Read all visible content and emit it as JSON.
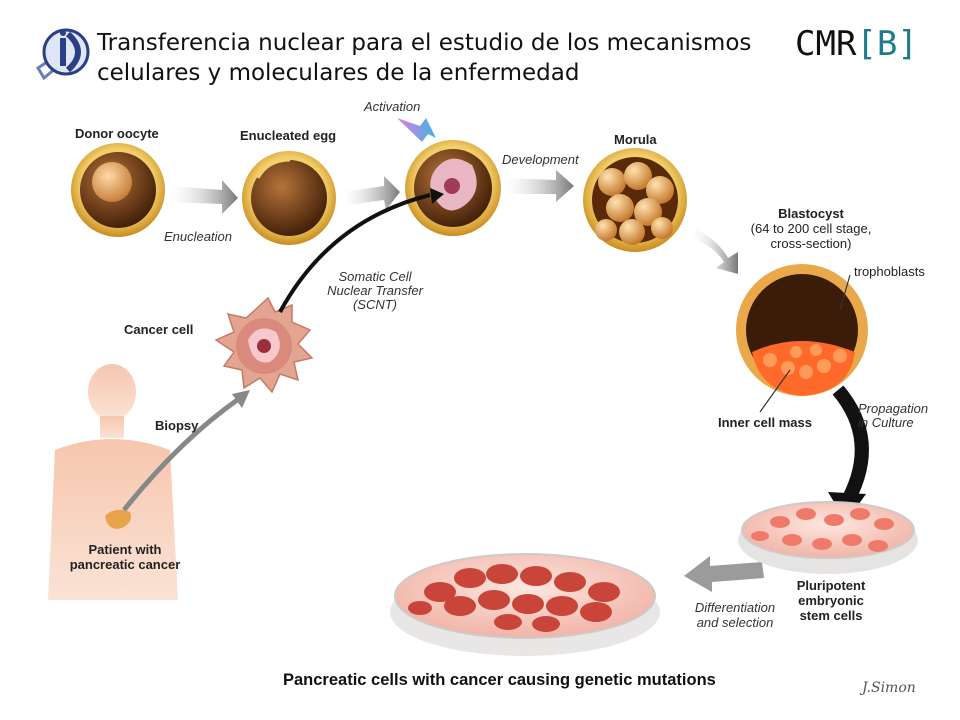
{
  "header": {
    "title_line1": "Transferencia nuclear para el estudio de los mecanismos",
    "title_line2": "celulares y moleculares de la enfermedad",
    "brand_prefix": "CMR",
    "brand_bracket": "[B]",
    "logo_icon": "id-logo-icon"
  },
  "labels": {
    "donor_oocyte": "Donor oocyte",
    "enucleated_egg": "Enucleated egg",
    "activation": "Activation",
    "development": "Development",
    "morula": "Morula",
    "enucleation": "Enucleation",
    "blastocyst_title": "Blastocyst",
    "blastocyst_line2": "(64 to 200 cell stage,",
    "blastocyst_line3": "cross-section)",
    "trophoblasts": "trophoblasts",
    "scnt_line1": "Somatic Cell",
    "scnt_line2": "Nuclear Transfer",
    "scnt_line3": "(SCNT)",
    "cancer_cell": "Cancer cell",
    "biopsy": "Biopsy",
    "inner_cell_mass": "Inner cell mass",
    "propagation_line1": "Propagation",
    "propagation_line2": "in Culture",
    "patient_line1": "Patient with",
    "patient_line2": "pancreatic cancer",
    "pluri_line1": "Pluripotent",
    "pluri_line2": "embryonic",
    "pluri_line3": "stem cells",
    "diff_line1": "Differentiation",
    "diff_line2": "and selection",
    "caption": "Pancreatic cells with cancer causing genetic mutations",
    "signature": "J.Simon"
  },
  "colors": {
    "egg_rim": "#e8b640",
    "egg_inner": "#7a3f0f",
    "arrow_gray": "#8a8a8a",
    "cancer_cell": "#d98a7a",
    "dish_cells": "#c9453a",
    "body_skin": "#f6c6ad",
    "brand_bracket": "#1f7a8c"
  }
}
